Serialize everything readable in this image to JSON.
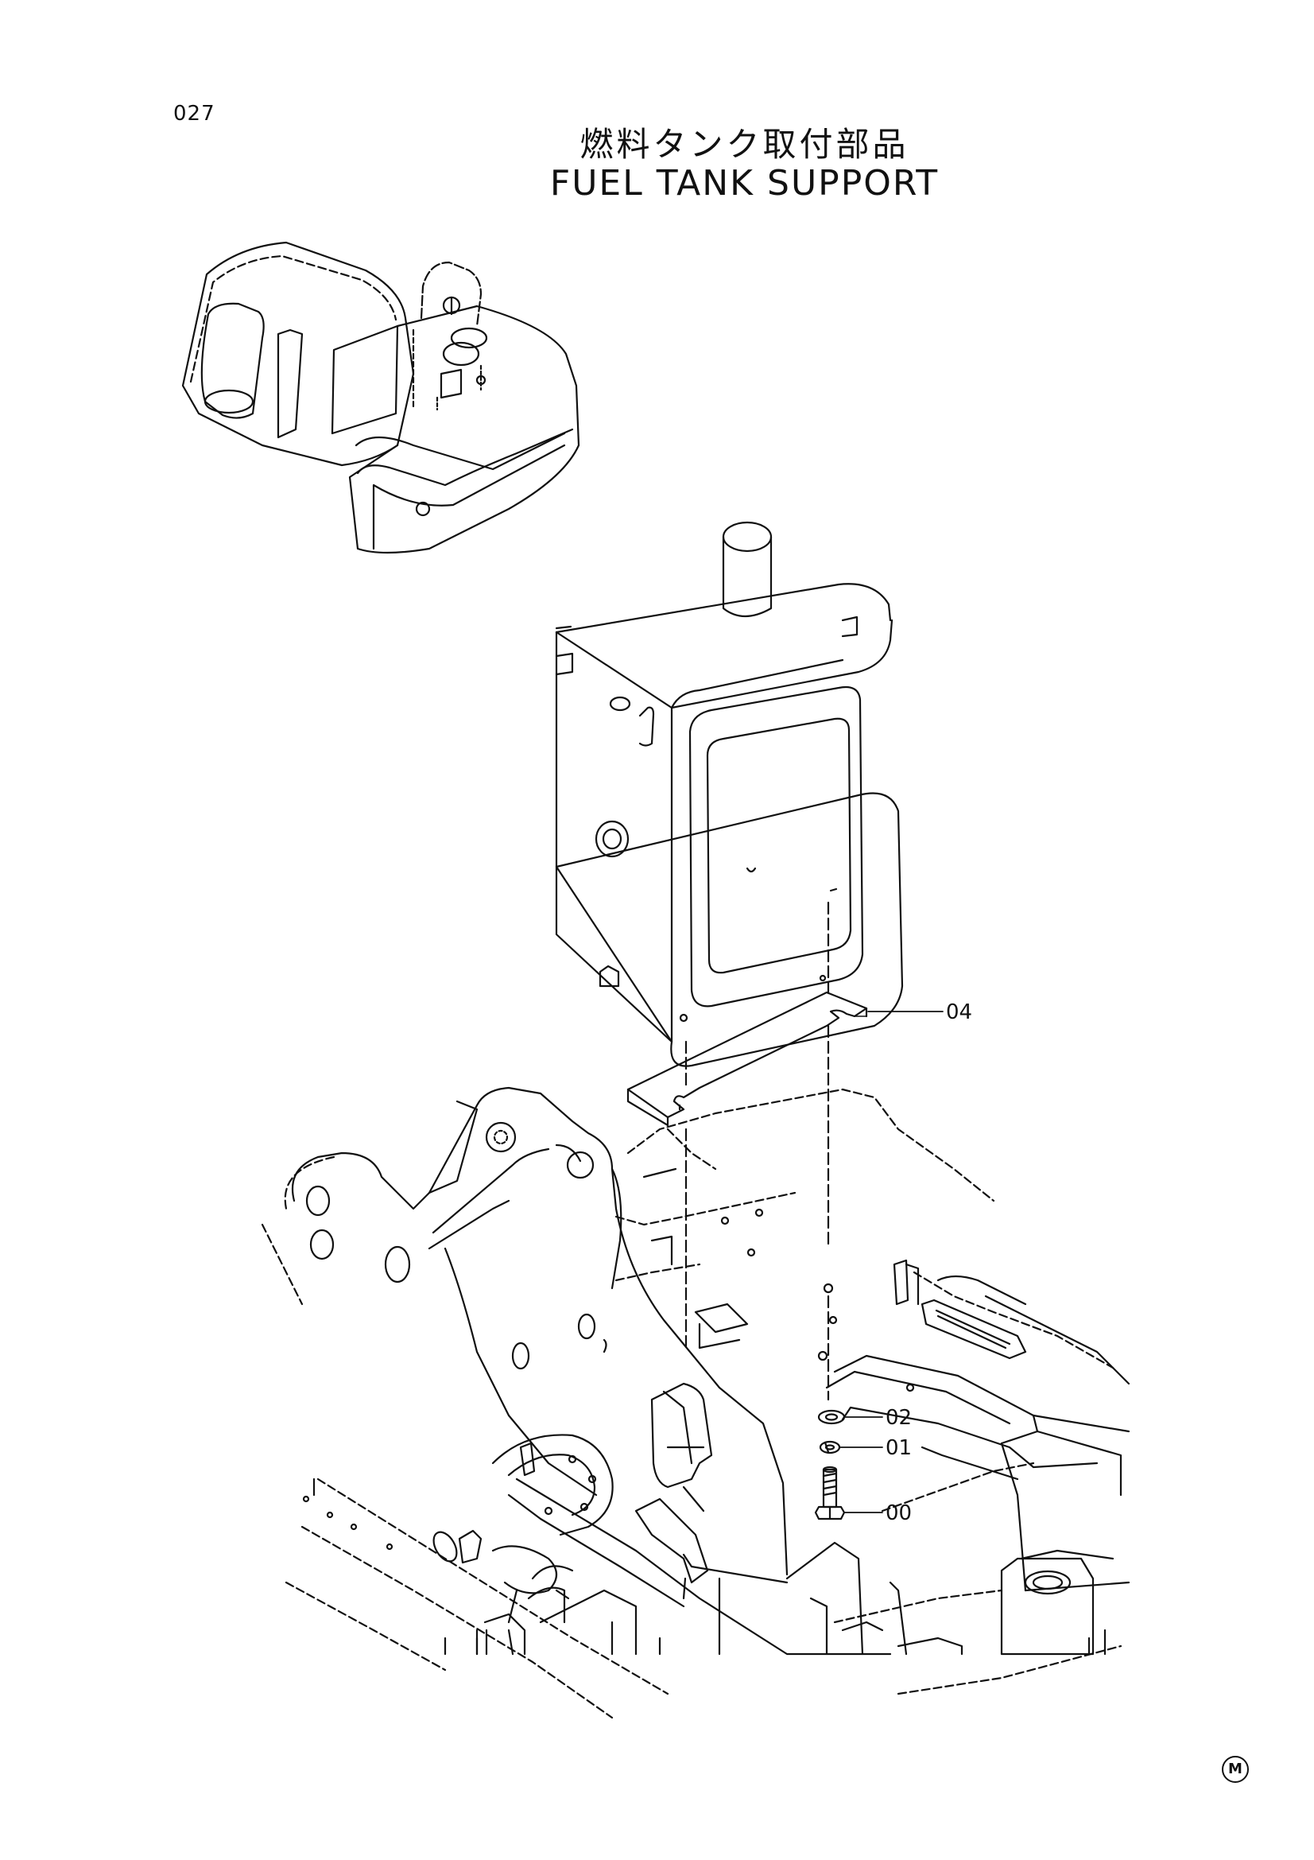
{
  "page_number": "027",
  "title_jp": "燃料タンク取付部品",
  "title_en": "FUEL TANK SUPPORT",
  "mark": "M",
  "callouts": [
    "04",
    "02",
    "01",
    "00"
  ]
}
